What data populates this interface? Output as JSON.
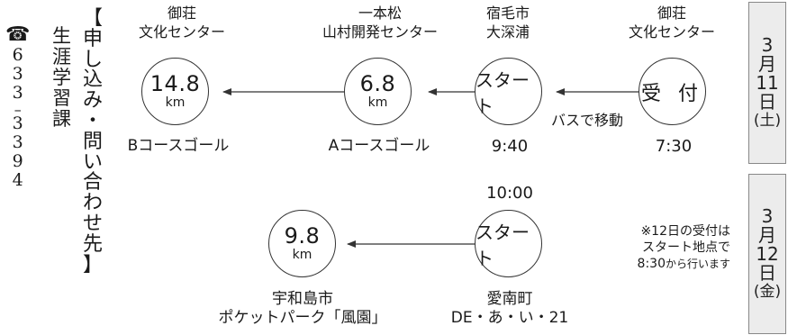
{
  "contact": {
    "title_chars": [
      "【",
      "申",
      "し",
      "込",
      "み",
      "・",
      "問",
      "い",
      "合",
      "わ",
      "せ",
      "先",
      "】"
    ],
    "dept_chars": [
      "生",
      "涯",
      "学",
      "習",
      "課"
    ],
    "tel_icon": "telephone-icon",
    "tel_glyph": "☎",
    "phone_chars": [
      "6",
      "3",
      "3",
      "–",
      "3",
      "3",
      "9",
      "4"
    ]
  },
  "day1": {
    "date_chars": [
      "3",
      "月",
      "11",
      "日",
      "(土)"
    ],
    "stations": [
      {
        "top": "御荘",
        "top2": "文化センター",
        "circle": "受 付",
        "bottom": "7:30"
      },
      {
        "top": "宿毛市",
        "top2": "大深浦",
        "circle": "スタート",
        "bottom": "9:40"
      },
      {
        "top": "一本松",
        "top2": "山村開発センター",
        "circle_value": "6.8",
        "circle_unit": "km",
        "bottom": "Aコースゴール"
      },
      {
        "top": "御荘",
        "top2": "文化センター",
        "circle_value": "14.8",
        "circle_unit": "km",
        "bottom": "Bコースゴール"
      }
    ],
    "bus_label": "バスで移動"
  },
  "day2": {
    "date_chars": [
      "3",
      "月",
      "12",
      "日",
      "(金)"
    ],
    "start_time": "10:00",
    "start_circle": "スタート",
    "start_bottom1": "愛南町",
    "start_bottom2": "DE・あ・い・21",
    "goal_value": "9.8",
    "goal_unit": "km",
    "goal_bottom1": "宇和島市",
    "goal_bottom2": "ポケットパーク「風園」",
    "note_line1": "※12日の受付は",
    "note_line2": "スタート地点で",
    "note_line3_time": "8:30",
    "note_line3_rest": "から行います"
  },
  "colors": {
    "line": "#333333",
    "date_bg": "#ececec"
  }
}
